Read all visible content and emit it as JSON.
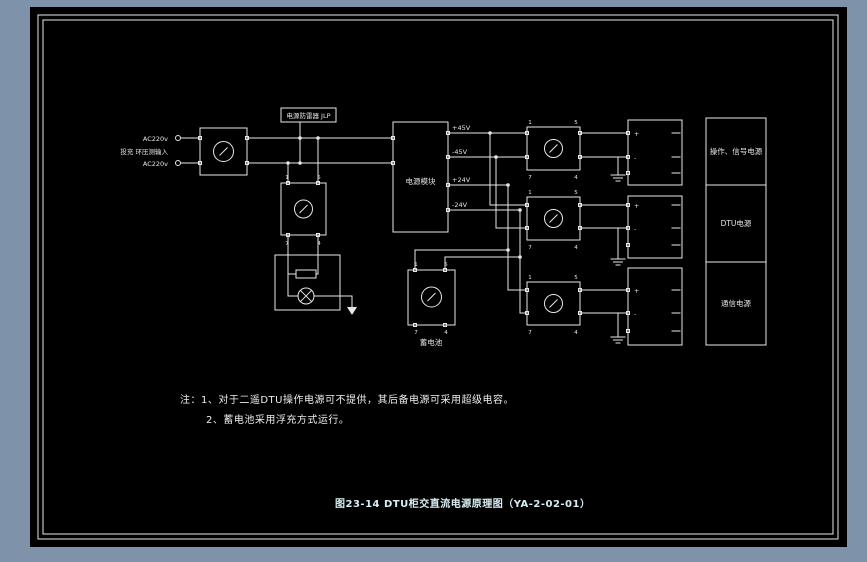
{
  "window": {
    "background": "#7e93a9",
    "canvas": "#000000",
    "line_color": "#e8e8e8"
  },
  "schematic": {
    "surge_protector": "电源防雷器 JLP",
    "ac_input_top": "AC220v",
    "ac_input_desc": "投充 环压测输入",
    "ac_input_bottom": "AC220v",
    "power_module": "电源模块",
    "out_45p": "+45V",
    "out_45n": "-45V",
    "out_24p": "+24V",
    "out_24n": "-24V",
    "battery": "蓄电池",
    "load_1": "操作、信号电源",
    "load_2": "DTU电源",
    "load_3": "通信电源",
    "plus": "+",
    "minus": "-",
    "terminal_1": "1",
    "terminal_2": "5",
    "terminal_3": "7",
    "terminal_4": "4"
  },
  "notes": {
    "line1": "注：1、对于二遥DTU操作电源可不提供，其后备电源可采用超级电容。",
    "line2": "2、蓄电池采用浮充方式运行。"
  },
  "title": "图23-14 DTU柜交直流电源原理图（YA-2-02-01）"
}
